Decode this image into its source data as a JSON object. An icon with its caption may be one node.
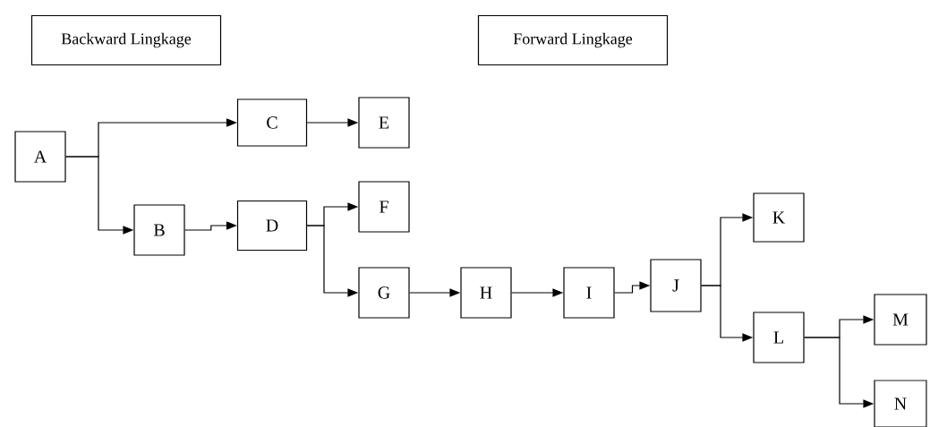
{
  "diagram": {
    "nodes": [
      {
        "text": [
          "Backward Lingkage"
        ]
      },
      {
        "text": [
          "Forward Lingkage"
        ]
      },
      {
        "text": [
          "A"
        ]
      },
      {
        "text": [
          "C"
        ]
      },
      {
        "text": [
          "E"
        ]
      },
      {
        "text": [
          "B"
        ]
      },
      {
        "text": [
          "D"
        ]
      },
      {
        "text": [
          "F"
        ]
      },
      {
        "text": [
          "G"
        ]
      },
      {
        "text": [
          "H"
        ]
      },
      {
        "text": [
          "I"
        ]
      },
      {
        "text": [
          "J"
        ]
      },
      {
        "text": [
          "K"
        ]
      },
      {
        "text": [
          "L"
        ]
      },
      {
        "text": [
          "M"
        ]
      },
      {
        "text": [
          "N"
        ]
      }
    ],
    "edges": [
      {
        "from": 2,
        "to": 3,
        "arrow": "to"
      },
      {
        "from": 2,
        "to": 5,
        "arrow": "to"
      },
      {
        "from": 3,
        "to": 4,
        "arrow": "to"
      },
      {
        "from": 5,
        "to": 6,
        "arrow": "to"
      },
      {
        "from": 6,
        "to": 7,
        "arrow": "to"
      },
      {
        "from": 6,
        "to": 8,
        "arrow": "to"
      },
      {
        "from": 8,
        "to": 9,
        "arrow": "to"
      },
      {
        "from": 9,
        "to": 10,
        "arrow": "to"
      },
      {
        "from": 10,
        "to": 11,
        "arrow": "to"
      },
      {
        "from": 11,
        "to": 12,
        "arrow": "to"
      },
      {
        "from": 11,
        "to": 13,
        "arrow": "to"
      },
      {
        "from": 13,
        "to": 14,
        "arrow": "to"
      },
      {
        "from": 13,
        "to": 15,
        "arrow": "to"
      }
    ]
  }
}
